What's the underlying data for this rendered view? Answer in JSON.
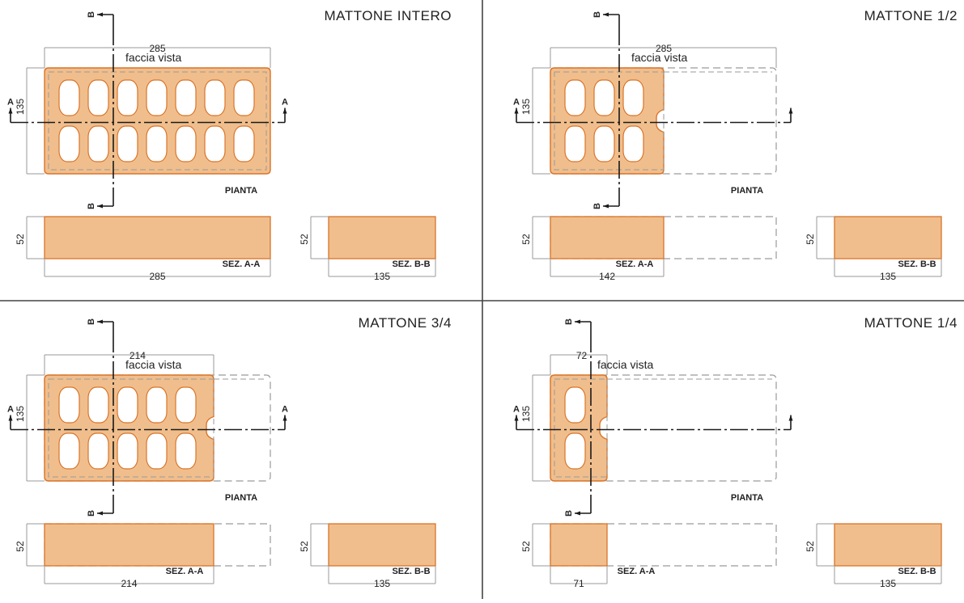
{
  "colors": {
    "brick_fill": "#f0be8c",
    "brick_stroke": "#d9742a",
    "dim_line": "#9a9a9a",
    "axis_line": "#1a1a1a",
    "divider": "#444444"
  },
  "labels": {
    "face": "faccia vista",
    "plan": "PIANTA",
    "sec_a": "SEZ. A-A",
    "sec_b": "SEZ. B-B",
    "axis_a": "A",
    "axis_b": "B"
  },
  "panels": [
    {
      "id": "intero",
      "title": "MATTONE  INTERO",
      "plan_length": "285",
      "plan_height": "135",
      "section_a_height": "52",
      "section_a_length": "285",
      "section_b_height": "52",
      "section_b_length": "135",
      "cells_per_row": 7,
      "fraction": 1.0
    },
    {
      "id": "mezzo",
      "title": "MATTONE  1/2",
      "plan_length": "285",
      "plan_height": "135",
      "section_a_height": "52",
      "section_a_length": "142",
      "section_b_height": "52",
      "section_b_length": "135",
      "cells_per_row": 3,
      "fraction": 0.5
    },
    {
      "id": "tre-quarti",
      "title": "MATTONE  3/4",
      "plan_length": "214",
      "plan_height": "135",
      "section_a_height": "52",
      "section_a_length": "214",
      "section_b_height": "52",
      "section_b_length": "135",
      "cells_per_row": 5,
      "fraction": 0.75
    },
    {
      "id": "quarto",
      "title": "MATTONE  1/4",
      "plan_length": "72",
      "plan_height": "135",
      "section_a_height": "52",
      "section_a_length": "71",
      "section_b_height": "52",
      "section_b_length": "135",
      "cells_per_row": 1,
      "fraction": 0.25
    }
  ]
}
